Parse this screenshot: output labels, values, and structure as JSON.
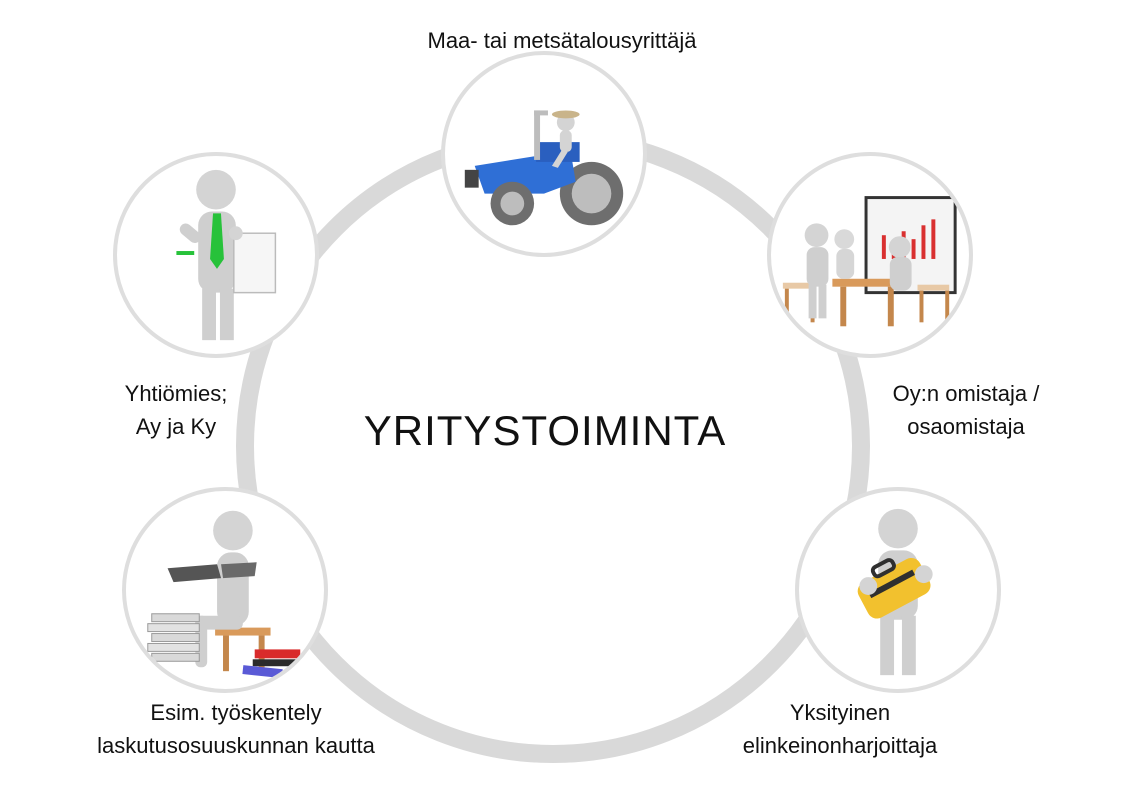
{
  "center": {
    "title": "YRITYSTOIMINTA"
  },
  "nodes": [
    {
      "id": "farmer",
      "lines": [
        "Maa- tai metsätalousyrittäjä"
      ],
      "icon": "tractor-icon"
    },
    {
      "id": "owner",
      "lines": [
        "Oy:n omistaja /",
        "osaomistaja"
      ],
      "icon": "meeting-icon"
    },
    {
      "id": "sole",
      "lines": [
        "Yksityinen",
        "elinkeinonharjoittaja"
      ],
      "icon": "toolbox-icon"
    },
    {
      "id": "coop",
      "lines": [
        "Esim. työskentely",
        "laskutusosuuskunnan kautta"
      ],
      "icon": "reading-icon"
    },
    {
      "id": "partner",
      "lines": [
        "Yhtiömies;",
        "Ay ja Ky"
      ],
      "icon": "businessman-icon"
    }
  ],
  "colors": {
    "ring": "#d9d9d9",
    "circle_border": "#dedede",
    "figure": "#d4d4d4",
    "tractor": "#2f6fd6",
    "tie": "#27c23a",
    "toolbox": "#f2c12e",
    "chart_bar": "#d93030",
    "books_red": "#d92b2b",
    "books_blue": "#5a5ad6",
    "wood": "#d99a5b"
  }
}
